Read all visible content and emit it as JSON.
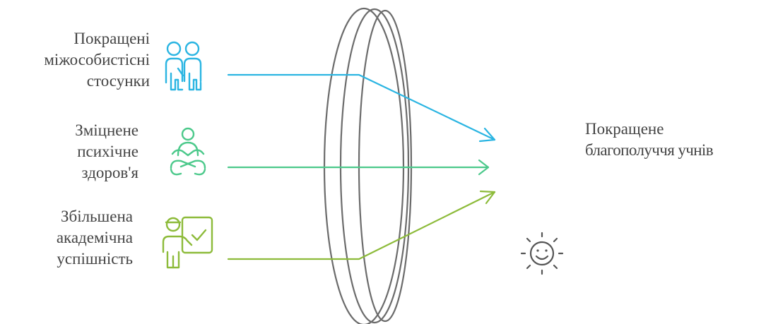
{
  "inputs": [
    {
      "lines": [
        "Покращені",
        "міжособистісні",
        "стосунки"
      ],
      "icon": "people-icon",
      "color": "#2bb5e2"
    },
    {
      "lines": [
        "Зміцнене",
        "психічне",
        "здоров'я"
      ],
      "icon": "meditation-icon",
      "color": "#4cc98b"
    },
    {
      "lines": [
        "Збільшена",
        "академічна",
        "успішність"
      ],
      "icon": "student-checklist-icon",
      "color": "#8dbb3a"
    }
  ],
  "output": {
    "lines": [
      "Покращене",
      "благополуччя учнів"
    ],
    "icon": "smiling-sun-icon",
    "icon_color": "#555555"
  },
  "lens_color": "#6b6b6b"
}
